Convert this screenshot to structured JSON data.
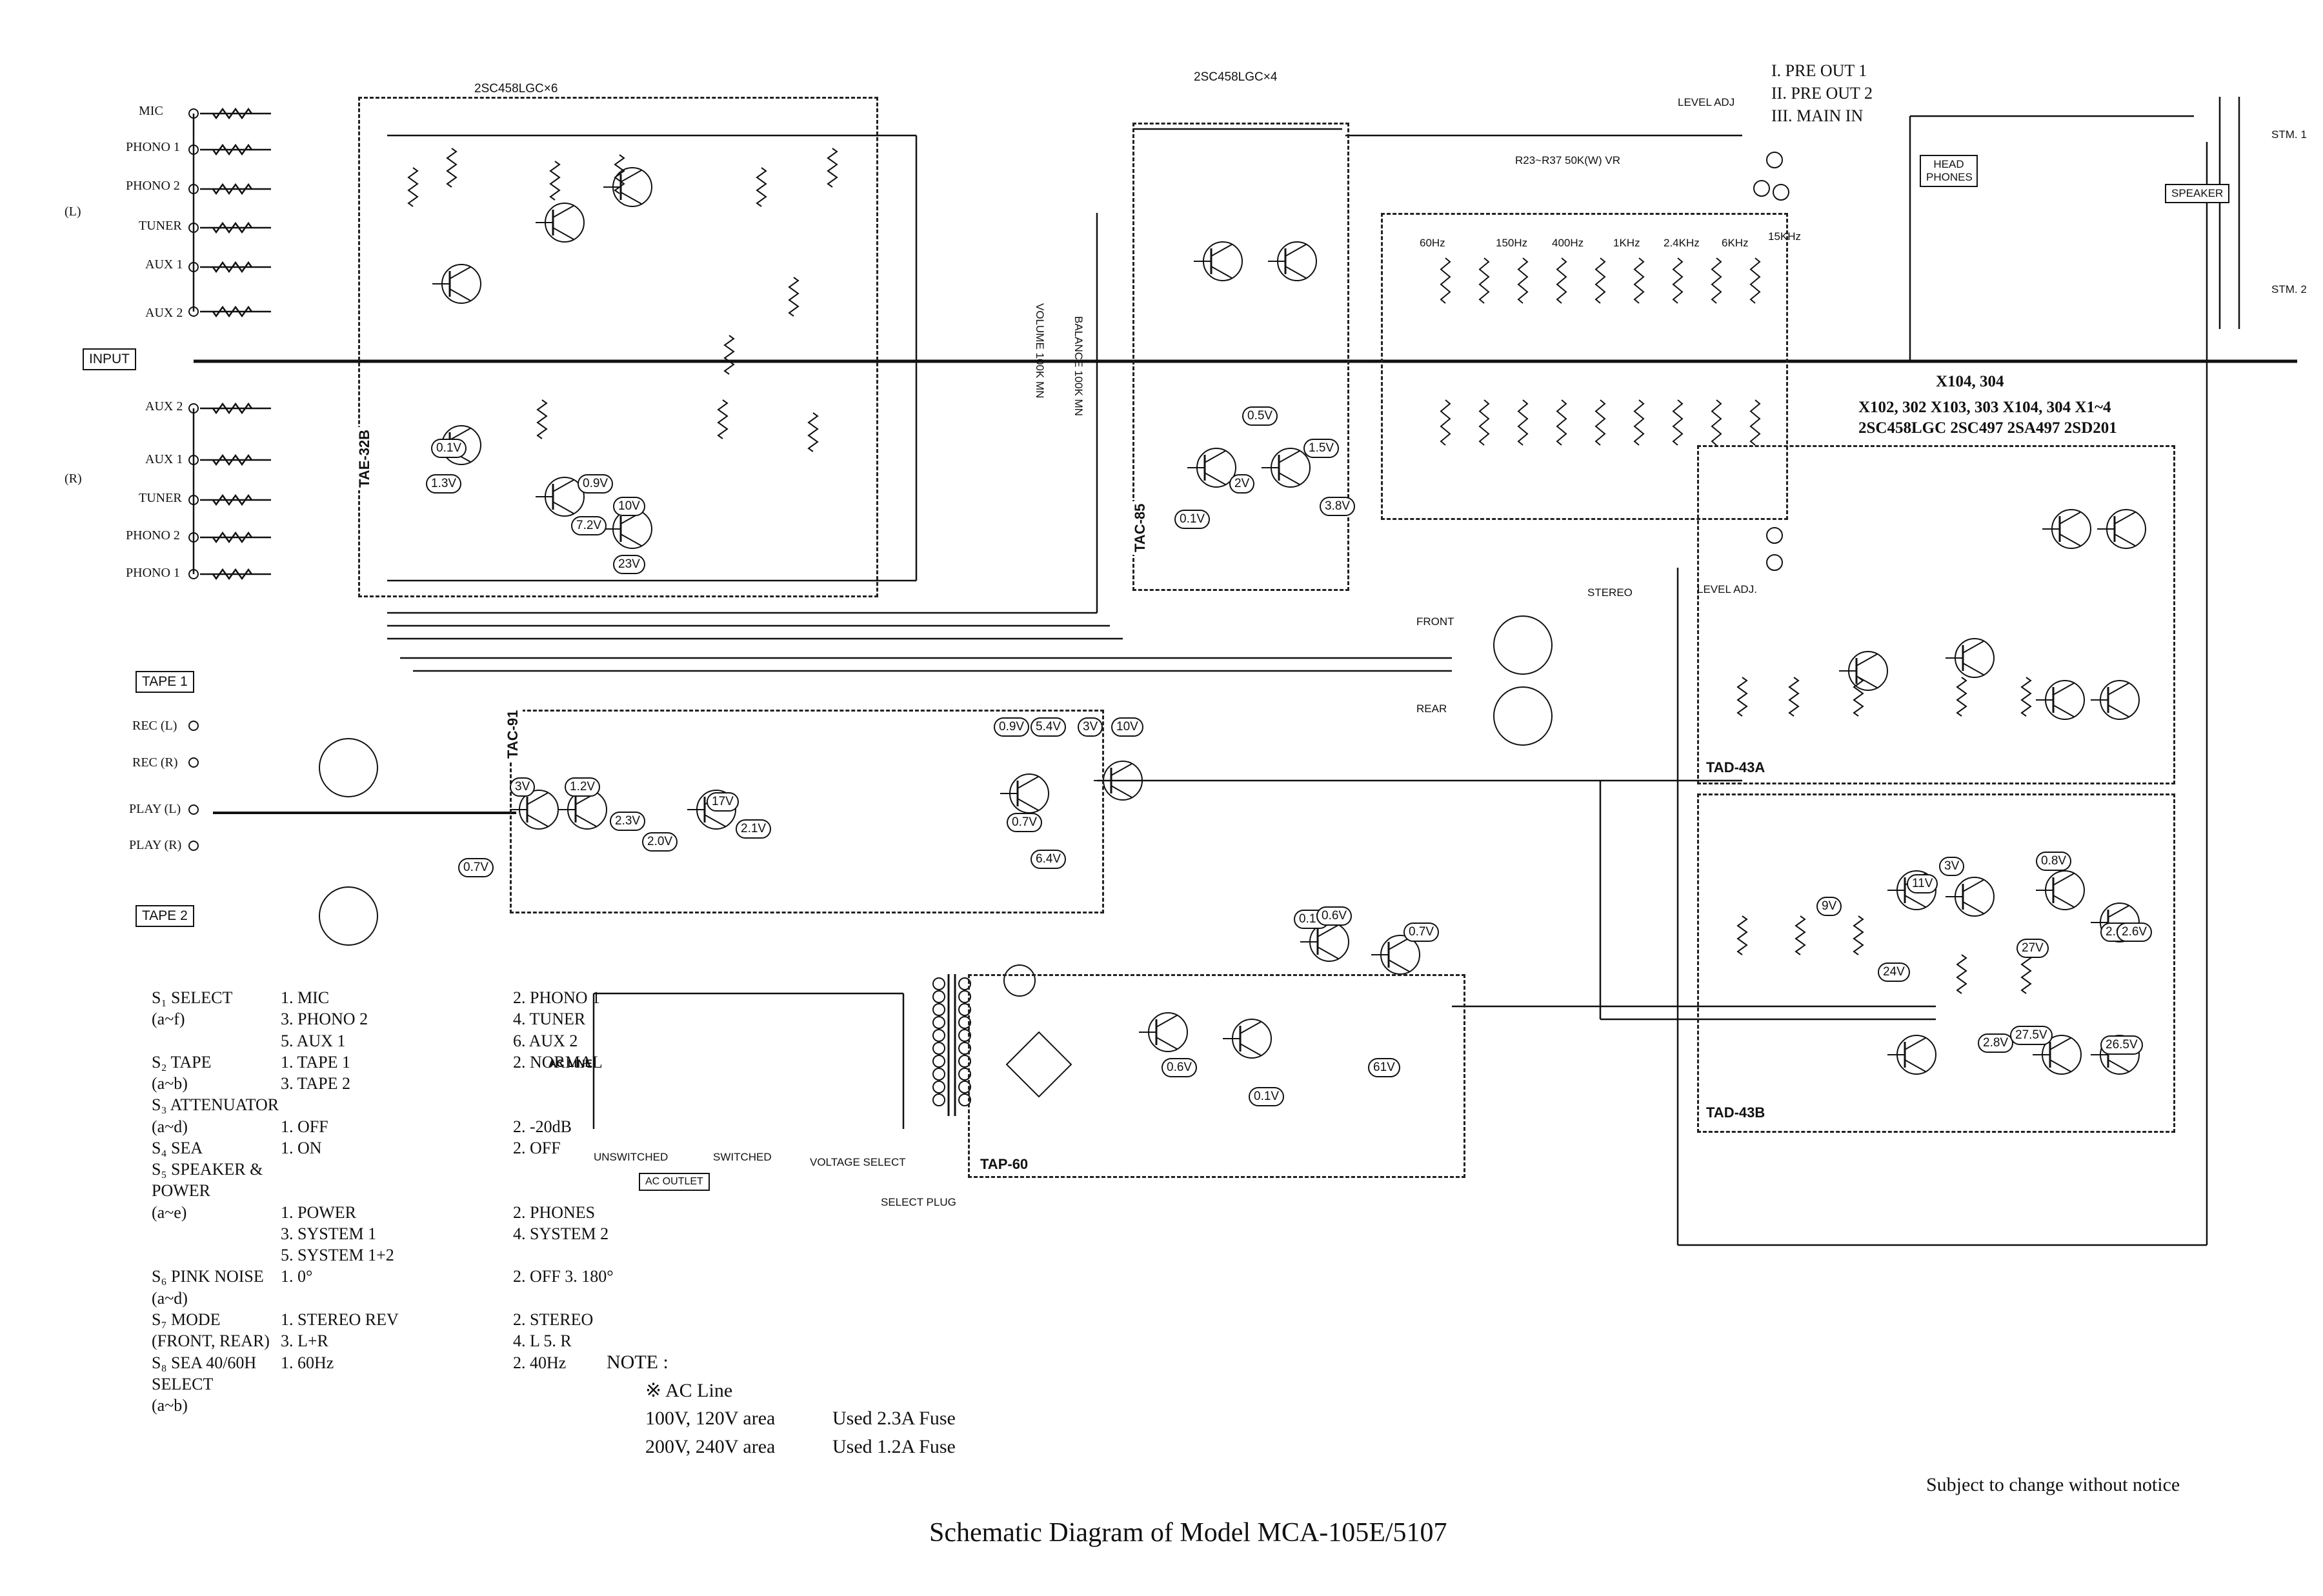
{
  "title": "Schematic Diagram of Model  MCA-105E/5107",
  "notice": "Subject to change without notice",
  "note": {
    "heading": "NOTE :",
    "sub": "※ AC Line",
    "rows": [
      {
        "area": "100V, 120V area",
        "fuse": "Used 2.3A Fuse"
      },
      {
        "area": "200V, 240V area",
        "fuse": "Used 1.2A Fuse"
      }
    ]
  },
  "legend": [
    {
      "k": "S₁ SELECT",
      "v1": "1. MIC",
      "v2": "2. PHONO 1"
    },
    {
      "k": "(a~f)",
      "v1": "3. PHONO 2",
      "v2": "4. TUNER"
    },
    {
      "k": "",
      "v1": "5. AUX 1",
      "v2": "6. AUX 2"
    },
    {
      "k": "S₂ TAPE",
      "v1": "1. TAPE 1",
      "v2": "2. NORMAL"
    },
    {
      "k": "(a~b)",
      "v1": "3. TAPE 2",
      "v2": ""
    },
    {
      "k": "S₃ ATTENUATOR",
      "v1": "",
      "v2": ""
    },
    {
      "k": "(a~d)",
      "v1": "1. OFF",
      "v2": "2. -20dB"
    },
    {
      "k": "S₄ SEA",
      "v1": "1. ON",
      "v2": "2. OFF"
    },
    {
      "k": "S₅ SPEAKER & POWER",
      "v1": "",
      "v2": ""
    },
    {
      "k": "(a~e)",
      "v1": "1. POWER",
      "v2": "2. PHONES"
    },
    {
      "k": "",
      "v1": "3. SYSTEM 1",
      "v2": "4. SYSTEM 2"
    },
    {
      "k": "",
      "v1": "5. SYSTEM 1+2",
      "v2": ""
    },
    {
      "k": "S₆ PINK NOISE",
      "v1": "1. 0°",
      "v2": "2. OFF   3. 180°"
    },
    {
      "k": "(a~d)",
      "v1": "",
      "v2": ""
    },
    {
      "k": "S₇ MODE",
      "v1": "1. STEREO REV",
      "v2": "2. STEREO"
    },
    {
      "k": "(FRONT, REAR)",
      "v1": "3. L+R",
      "v2": "4. L   5. R"
    },
    {
      "k": "S₈ SEA 40/60H SELECT",
      "v1": "1. 60Hz",
      "v2": "2. 40Hz"
    },
    {
      "k": "(a~b)",
      "v1": "",
      "v2": ""
    }
  ],
  "inputs_left": [
    "MIC",
    "PHONO 1",
    "PHONO 2",
    "TUNER",
    "AUX 1",
    "AUX 2"
  ],
  "inputs_right": [
    "AUX 2",
    "AUX 1",
    "TUNER",
    "PHONO 2",
    "PHONO 1"
  ],
  "channel_l": "(L)",
  "channel_r": "(R)",
  "input_box": "INPUT",
  "tape1_box": "TAPE 1",
  "tape2_box": "TAPE 2",
  "tape_jacks": [
    "REC (L)",
    "REC (R)",
    "PLAY (L)",
    "PLAY (R)"
  ],
  "outputs": [
    "I. PRE OUT 1",
    "II. PRE OUT 2",
    "III. MAIN IN"
  ],
  "head_phones": "HEAD PHONES",
  "speaker_box": "SPEAKER",
  "stm": [
    "STM. 1",
    "STM. 2"
  ],
  "blocks": [
    "TAE-32B",
    "TAC-85",
    "TAC-91",
    "TAP-60",
    "TAD-43A",
    "TAD-43B"
  ],
  "tr_headers": [
    "2SC458LGC×6",
    "2SC458LGC×4",
    "X104, 304",
    "X102, 302   X103, 303   X104, 304   X1~4",
    "2SC458LGC   2SC497   2SA497   2SD201"
  ],
  "sea_bands": [
    "60Hz",
    "150Hz",
    "400Hz",
    "1KHz",
    "2.4KHz",
    "6KHz",
    "15KHz"
  ],
  "power_labels": [
    "AC LINE",
    "UNSWITCHED",
    "SWITCHED",
    "VOLTAGE SELECT",
    "AC OUTLET",
    "SELECT PLUG"
  ],
  "mode_labels": [
    "FRONT",
    "REAR",
    "STEREO"
  ],
  "controls": [
    "VOLUME 100K MN",
    "BALANCE 100K MN",
    "LEVEL ADJ",
    "LEVEL ADJ.",
    "R23~R37 50K(W) VR"
  ],
  "voltages": [
    "0.1V",
    "1.3V",
    "0.9V",
    "10V",
    "7.2V",
    "23V",
    "0.5V",
    "1.5V",
    "2V",
    "3.8V",
    "0.1V",
    "3V",
    "1.2V",
    "2.3V",
    "2.0V",
    "17V",
    "2.1V",
    "0.7V",
    "0.9V",
    "5.4V",
    "3V",
    "10V",
    "0.7V",
    "6.4V",
    "11V",
    "9V",
    "3V",
    "0.8V",
    "2.6V",
    "27V",
    "2.6V",
    "24V",
    "2.8V",
    "27.5V",
    "26.5V",
    "0.1V",
    "0.6V",
    "0.1V",
    "61V",
    "0.6V",
    "0.7V"
  ],
  "colors": {
    "ink": "#111111",
    "paper": "#ffffff"
  }
}
